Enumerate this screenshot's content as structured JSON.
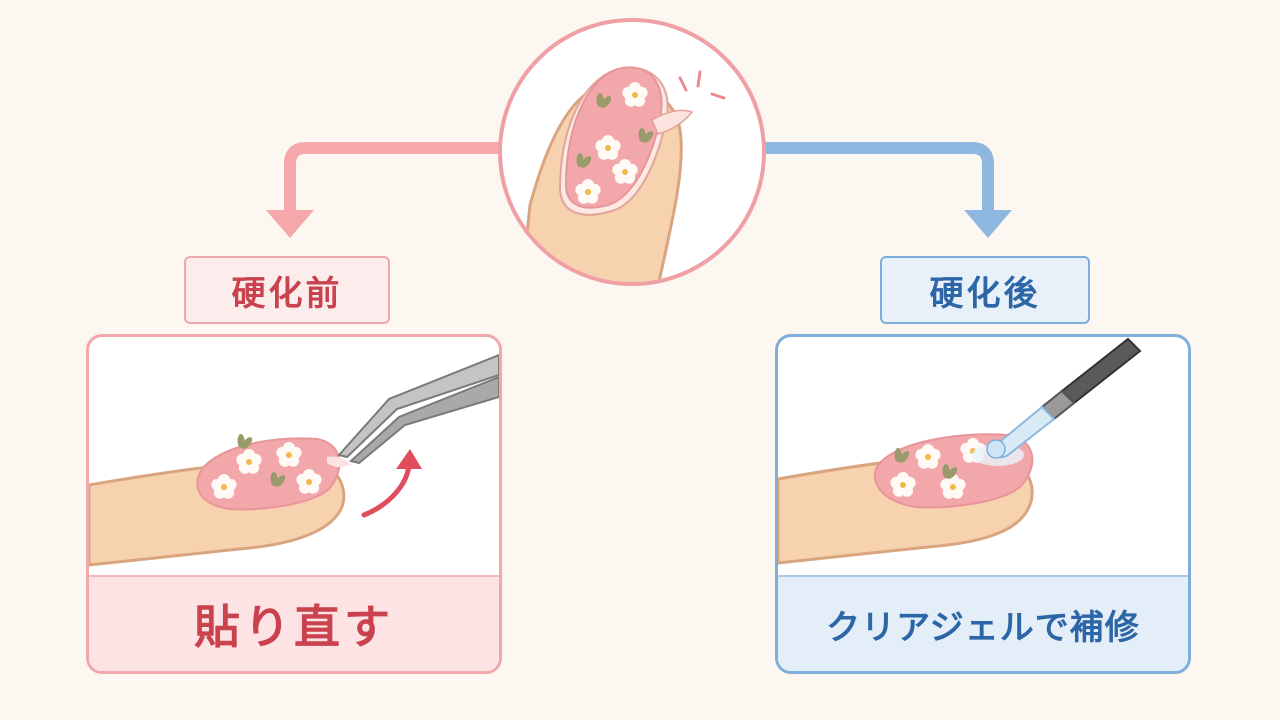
{
  "before": {
    "tag": "硬化前",
    "caption": "貼り直す"
  },
  "after": {
    "tag": "硬化後",
    "caption": "クリアジェルで補修"
  },
  "colors": {
    "background": "#fcf7f0",
    "before_accent": "#f0a8ad",
    "before_text": "#c9424e",
    "after_accent": "#7eaedb",
    "after_text": "#2d66a6",
    "skin": "#f7d2ae",
    "nail_pink": "#f2a7ab"
  },
  "icons": {
    "center": "lifting-nail-sticker-icon",
    "before": "tweezers-peeling-sticker-icon",
    "after": "clear-gel-brush-icon"
  }
}
